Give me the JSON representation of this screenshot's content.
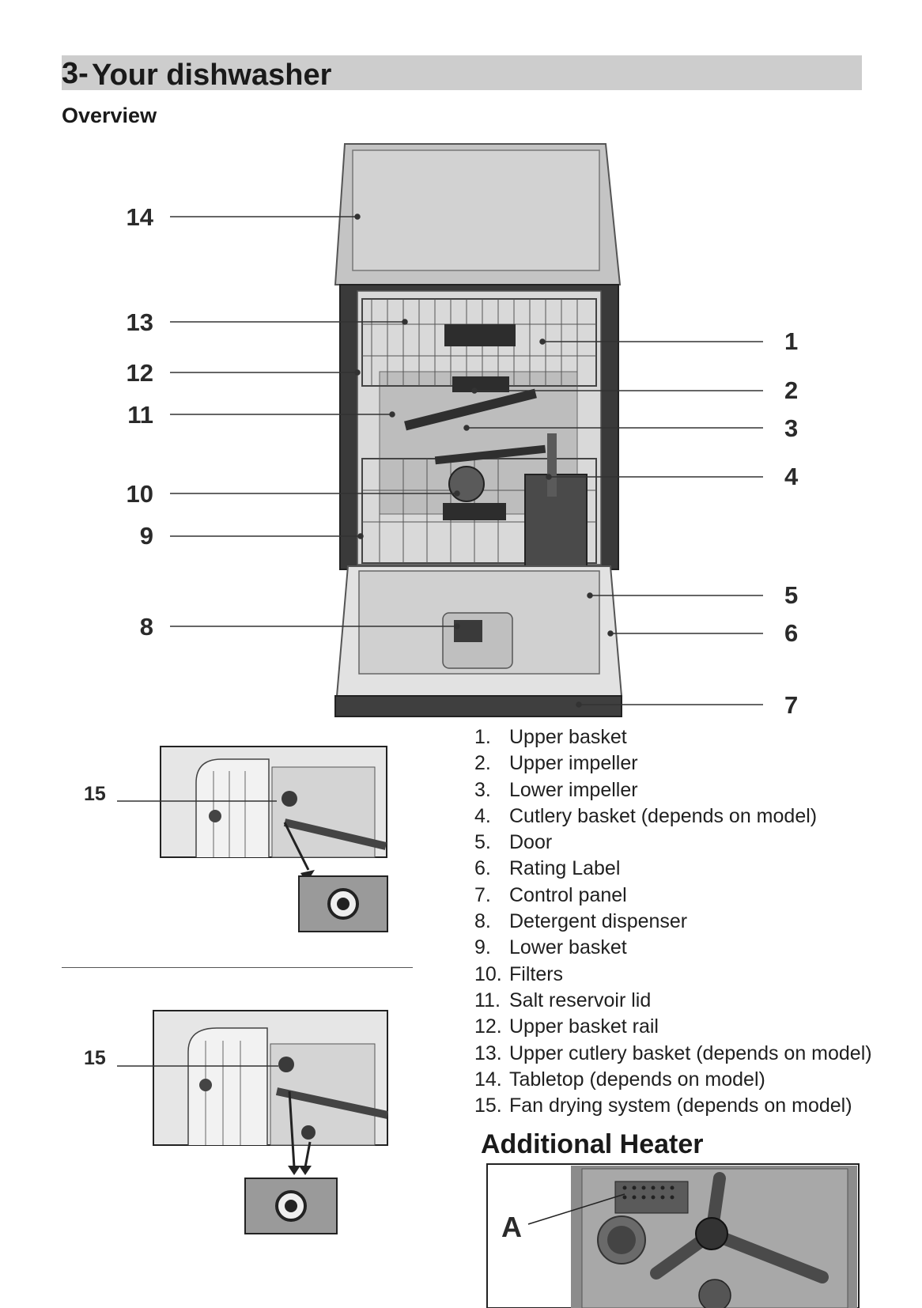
{
  "header": {
    "section_number": "3-",
    "title": "Your dishwasher"
  },
  "overview_heading": "Overview",
  "callouts": {
    "left": [
      "14",
      "13",
      "12",
      "11",
      "10",
      "9",
      "8"
    ],
    "right": [
      "1",
      "2",
      "3",
      "4",
      "5",
      "6",
      "7"
    ],
    "fan": [
      "15",
      "15"
    ],
    "heater": "A"
  },
  "parts": [
    {
      "num": "1.",
      "label": "Upper basket"
    },
    {
      "num": "2.",
      "label": "Upper impeller"
    },
    {
      "num": "3.",
      "label": "Lower impeller"
    },
    {
      "num": "4.",
      "label": "Cutlery basket (depends on model)"
    },
    {
      "num": "5.",
      "label": "Door"
    },
    {
      "num": "6.",
      "label": "Rating Label"
    },
    {
      "num": "7.",
      "label": "Control panel"
    },
    {
      "num": "8.",
      "label": "Detergent dispenser"
    },
    {
      "num": "9.",
      "label": "Lower basket"
    },
    {
      "num": "10.",
      "label": "Filters"
    },
    {
      "num": "11.",
      "label": "Salt reservoir lid"
    },
    {
      "num": "12.",
      "label": "Upper basket rail"
    },
    {
      "num": "13.",
      "label": "Upper cutlery basket (depends on model)"
    },
    {
      "num": "14.",
      "label": "Tabletop (depends on model)"
    },
    {
      "num": "15.",
      "label": "Fan drying system (depends on model)"
    }
  ],
  "heater_heading": "Additional Heater",
  "colors": {
    "header_bar": "#cdcdcd",
    "text": "#1f1f1f",
    "drawing_line": "#333333"
  }
}
